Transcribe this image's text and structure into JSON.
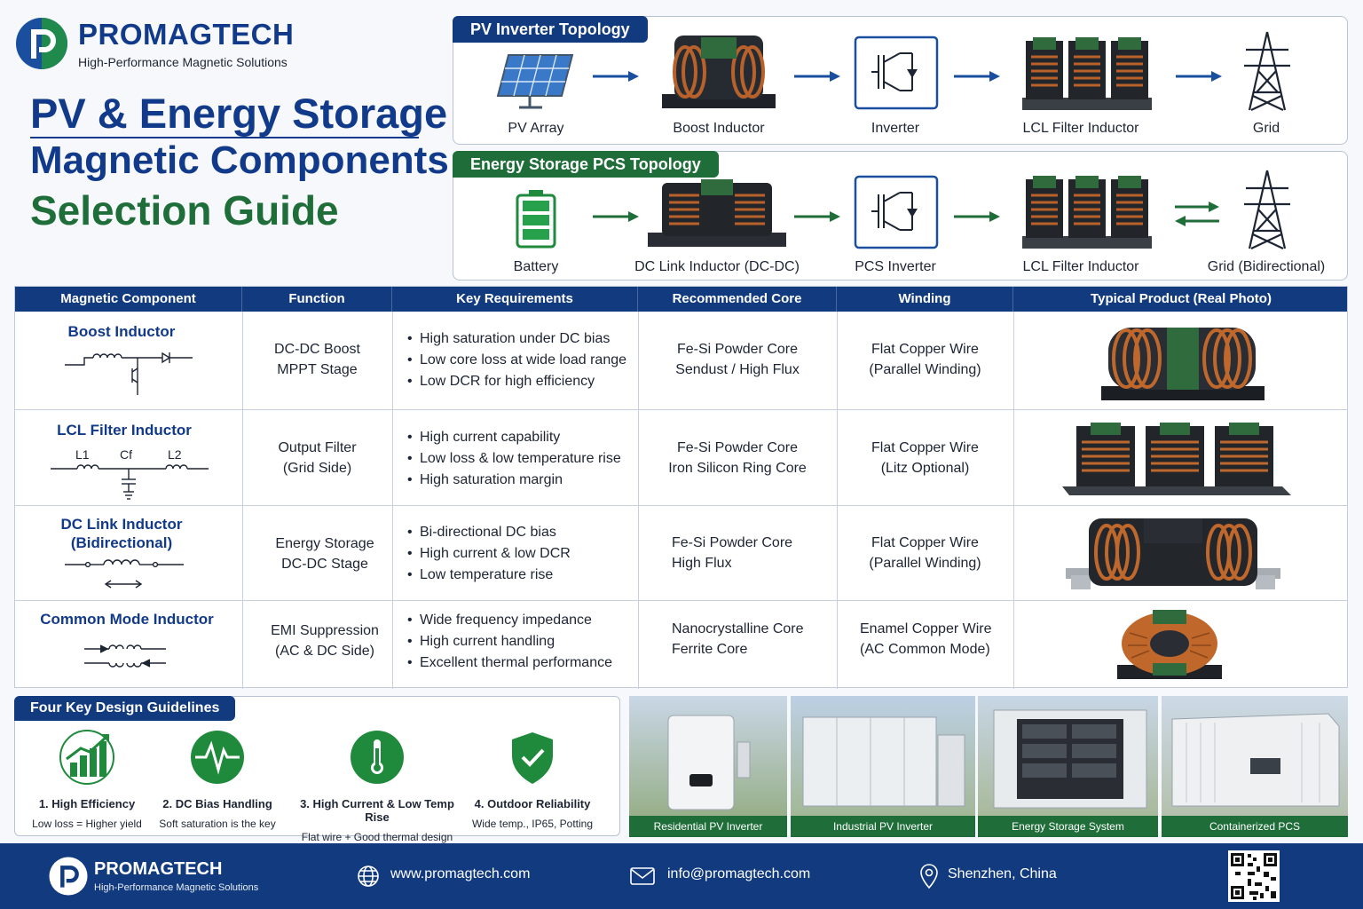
{
  "brand": {
    "name": "PROMAGTECH",
    "tagline": "High-Performance Magnetic Solutions"
  },
  "title": {
    "line1": "PV & Energy Storage",
    "line2": "Magnetic Components",
    "line3": "Selection Guide"
  },
  "pv_topology": {
    "label": "PV Inverter Topology",
    "nodes": [
      "PV Array",
      "Boost Inductor",
      "Inverter",
      "LCL Filter Inductor",
      "Grid"
    ]
  },
  "ess_topology": {
    "label": "Energy Storage PCS Topology",
    "nodes": [
      "Battery",
      "DC Link Inductor (DC-DC)",
      "PCS Inverter",
      "LCL Filter Inductor",
      "Grid (Bidirectional)"
    ]
  },
  "table": {
    "headers": [
      "Magnetic Component",
      "Function",
      "Key Requirements",
      "Recommended Core",
      "Winding",
      "Typical Product (Real Photo)"
    ],
    "rows": [
      {
        "name": "Boost Inductor",
        "function": [
          "DC-DC Boost",
          "MPPT Stage"
        ],
        "requirements": [
          "High saturation under DC bias",
          "Low core loss at wide load range",
          "Low DCR for high efficiency"
        ],
        "core": [
          "Fe-Si Powder Core",
          "Sendust / High Flux"
        ],
        "winding": [
          "Flat Copper Wire",
          "(Parallel Winding)"
        ]
      },
      {
        "name": "LCL Filter Inductor",
        "schematic_labels": [
          "L1",
          "Cf",
          "L2"
        ],
        "function": [
          "Output Filter",
          "(Grid Side)"
        ],
        "requirements": [
          "High current capability",
          "Low loss & low temperature rise",
          "High saturation margin"
        ],
        "core": [
          "Fe-Si Powder Core",
          "Iron Silicon Ring Core"
        ],
        "winding": [
          "Flat Copper Wire",
          "(Litz Optional)"
        ]
      },
      {
        "name": "DC Link Inductor",
        "name2": "(Bidirectional)",
        "function": [
          "Energy Storage",
          "DC-DC Stage"
        ],
        "requirements": [
          "Bi-directional DC bias",
          "High current & low DCR",
          "Low temperature rise"
        ],
        "core": [
          "Fe-Si Powder Core",
          "High Flux"
        ],
        "winding": [
          "Flat Copper Wire",
          "(Parallel Winding)"
        ]
      },
      {
        "name": "Common Mode Inductor",
        "function": [
          "EMI Suppression",
          "(AC & DC Side)"
        ],
        "requirements": [
          "Wide frequency impedance",
          "High current handling",
          "Excellent thermal performance"
        ],
        "core": [
          "Nanocrystalline Core",
          "Ferrite Core"
        ],
        "winding": [
          "Enamel Copper Wire",
          "(AC Common Mode)"
        ]
      }
    ]
  },
  "guidelines": {
    "label": "Four Key Design Guidelines",
    "items": [
      {
        "title": "1. High Efficiency",
        "sub": "Low loss = Higher yield",
        "icon": "bar-chart-icon"
      },
      {
        "title": "2. DC Bias Handling",
        "sub": "Soft saturation is the key",
        "icon": "waveform-icon"
      },
      {
        "title": "3. High Current & Low Temp Rise",
        "sub": "Flat wire + Good thermal design",
        "icon": "thermometer-icon"
      },
      {
        "title": "4. Outdoor Reliability",
        "sub": "Wide temp., IP65, Potting",
        "icon": "shield-check-icon"
      }
    ]
  },
  "photos": [
    "Residential PV Inverter",
    "Industrial PV Inverter",
    "Energy Storage System",
    "Containerized PCS"
  ],
  "footer": {
    "brand": "PROMAGTECH",
    "tagline": "High-Performance Magnetic Solutions",
    "website": "www.promagtech.com",
    "email": "info@promagtech.com",
    "location": "Shenzhen, China"
  },
  "colors": {
    "navy": "#123a7e",
    "green": "#1f6e3a",
    "copper": "#b8612a"
  }
}
